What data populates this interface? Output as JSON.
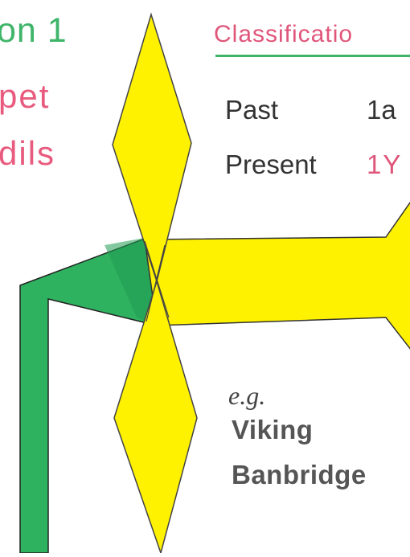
{
  "title_fragments": [
    "on 1",
    "pet",
    "dils"
  ],
  "classification": {
    "heading": "Classificatio",
    "rows": [
      {
        "label": "Past",
        "code": "1a"
      },
      {
        "label": "Present",
        "code": "1Y"
      }
    ]
  },
  "examples": {
    "prefix": "e.g.",
    "names": [
      "Viking",
      "Banbridge"
    ]
  },
  "colors": {
    "yellow_shape": "#fff200",
    "green_band": "#2fb25f",
    "dark_green": "#1f9a52",
    "title_green": "#3fb56a",
    "title_pink": "#e85b7e",
    "heading_pink": "#e0567b",
    "outline": "#444444"
  }
}
